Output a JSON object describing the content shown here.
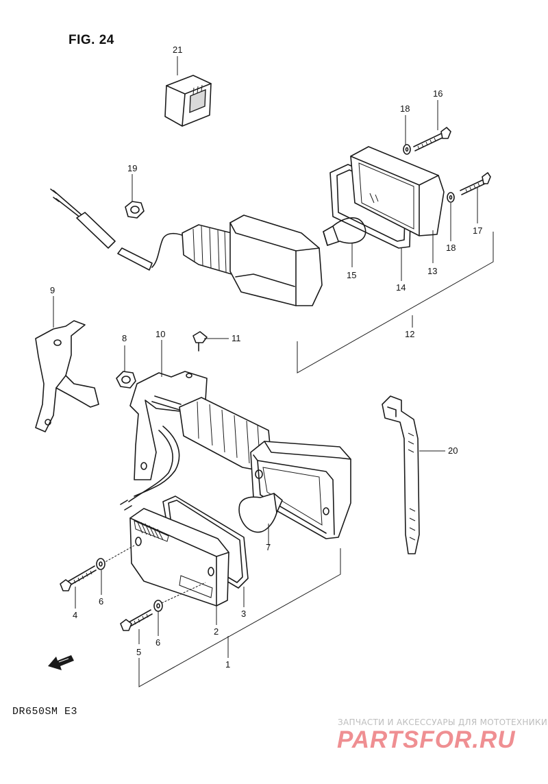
{
  "figure": {
    "title": "FIG. 24",
    "model": "DR650SM  E3"
  },
  "watermark": {
    "tagline": "ЗАПЧАСТИ И АКСЕССУАРЫ ДЛЯ МОТОТЕХНИКИ",
    "logo": "PARTSFOR.RU"
  },
  "callouts": {
    "c1": "1",
    "c2": "2",
    "c3": "3",
    "c4": "4",
    "c5": "5",
    "c6a": "6",
    "c6b": "6",
    "c7": "7",
    "c8": "8",
    "c9": "9",
    "c10": "10",
    "c11": "11",
    "c12": "12",
    "c13": "13",
    "c14": "14",
    "c15": "15",
    "c16": "16",
    "c17": "17",
    "c18a": "18",
    "c18b": "18",
    "c19": "19",
    "c20": "20",
    "c21": "21"
  },
  "colors": {
    "ink": "#1a1a1a",
    "watermark_logo": "#ef8f92",
    "watermark_text": "#bdbdbd"
  }
}
